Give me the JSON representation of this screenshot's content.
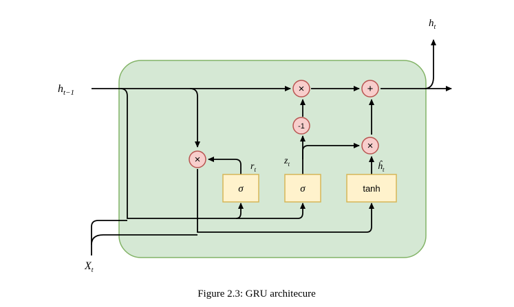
{
  "colors": {
    "cell_fill": "#d5e8d4",
    "cell_stroke": "#82b366",
    "op_fill": "#f8cecc",
    "op_stroke": "#b85450",
    "gate_fill": "#fff2cc",
    "gate_stroke": "#d6b656",
    "line": "#000000"
  },
  "inputs": {
    "h_prev": {
      "base": "h",
      "sub": "t−1"
    },
    "x_t": {
      "base": "X",
      "sub": "t"
    }
  },
  "output": {
    "base": "h",
    "sub": "t"
  },
  "gates": {
    "reset": "σ",
    "update": "σ",
    "candidate": "tanh"
  },
  "gate_labels": {
    "r": {
      "base": "r",
      "sub": "t"
    },
    "z": {
      "base": "z",
      "sub": "t"
    },
    "h_hat": {
      "base": "ĥ",
      "sub": "t"
    }
  },
  "operators": {
    "multiply": "×",
    "add": "+",
    "neg_one": "-1"
  },
  "caption": "Figure 2.3: GRU architecure"
}
